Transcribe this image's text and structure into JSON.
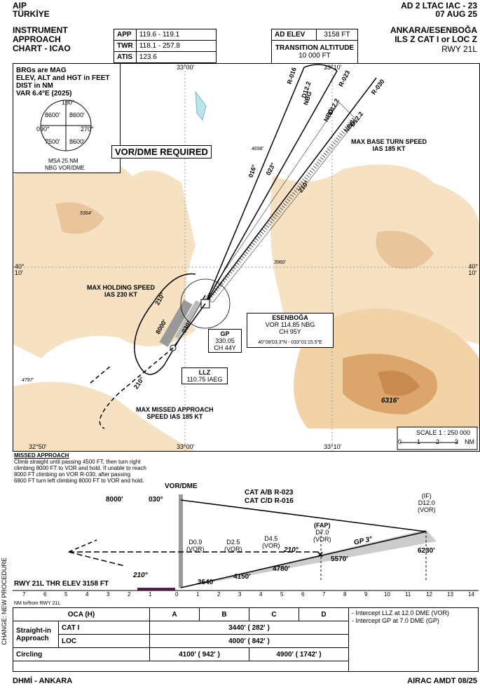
{
  "header": {
    "aip": "AIP",
    "country": "TÜRKİYE",
    "chart_id": "AD 2 LTAC IAC - 23",
    "date": "07 AUG 25",
    "chart_type_line1": "INSTRUMENT",
    "chart_type_line2": "APPROACH",
    "chart_type_line3": "CHART - ICAO",
    "airport_line1": "ANKARA/ESENBOĞA",
    "airport_line2": "ILS Z CAT I or LOC Z",
    "runway": "RWY 21L"
  },
  "frequencies": {
    "app_label": "APP",
    "app_value": "119.6 - 119.1",
    "twr_label": "TWR",
    "twr_value": "118.1 - 257.8",
    "atis_label": "ATIS",
    "atis_value": "123.6",
    "ad_elev_label": "AD ELEV",
    "ad_elev_value": "3158 FT",
    "trans_alt_label": "TRANSITION ALTITUDE",
    "trans_alt_value": "10 000 FT"
  },
  "plan": {
    "notes": [
      "BRGs are MAG",
      "ELEV, ALT and HGT in FEET",
      "DIST in NM",
      "VAR 6.4°E (2025)"
    ],
    "msa": {
      "n": "8600'",
      "ne": "8600'",
      "sw": "7500'",
      "se": "8600'",
      "top": "180°",
      "left": "090°",
      "right": "270°",
      "caption1": "MSA 25 NM",
      "caption2": "NBG VOR/DME"
    },
    "vor_dme_required": "VOR/DME REQUIRED",
    "coords": {
      "top1": "33°00'",
      "top2": "33°10'",
      "bottom1": "32°50'",
      "bottom2": "33°00'",
      "bottom3": "33°10'",
      "left": "40°\n10'",
      "right": "40°\n10'"
    },
    "radials": {
      "r016": "R-016",
      "r023": "R-023",
      "r030": "R-030",
      "d122a": "D12.2",
      "d122b": "D12.2",
      "d122c": "D12.2",
      "nbga": "NBG",
      "nbgb": "NBG",
      "nbgc": "NBG",
      "c016": "016°",
      "c023": "023°",
      "c210": "210°",
      "c210b": "210°",
      "c210c": "210°",
      "c030": "030°",
      "c8000": "8000'"
    },
    "max_base_turn": "MAX BASE TURN SPEED",
    "max_base_turn_val": "IAS 185 KT",
    "max_holding": "MAX HOLDING SPEED",
    "max_holding_val": "IAS 230 KT",
    "max_missed": "MAX MISSED APPROACH",
    "max_missed_val": "SPEED IAS 185 KT",
    "esenboga": {
      "name": "ESENBOĞA",
      "line1": "VOR 114.85 NBG",
      "line2": "CH 95Y",
      "line3": "40°08'03.3\"N - 033°01'15.5\"E"
    },
    "gp": {
      "name": "GP",
      "freq": "330.05",
      "ch": "CH 44Y"
    },
    "llz": {
      "name": "LLZ",
      "freq": "110.75 IAEG"
    },
    "spot": {
      "s1": "5364'",
      "s2": "4698'",
      "s3": "3960'",
      "s4": "6316'",
      "s5": "4797'"
    },
    "scale": {
      "label": "SCALE 1 : 250 000",
      "ticks": [
        "0",
        "1",
        "2",
        "3"
      ],
      "unit": "NM"
    }
  },
  "missed": {
    "title": "MISSED APPROACH",
    "text": [
      "Climb straight until passing 4500 FT, then turn right",
      "climbing 8000 FT to VOR and hold. If unable to reach",
      "8000 FT climbing on VOR R-030, after passing",
      "6800 FT turn left climbing 8000 FT to VOR and hold."
    ]
  },
  "profile": {
    "vor_dme": "VOR/DME",
    "alt8000": "8000'",
    "crs030": "030°",
    "cat_ab": "CAT A/B R-023",
    "cat_cd": "CAT C/D R-016",
    "if_label": "(IF)",
    "if_dist": "D12.0",
    "if_vor": "(VOR)",
    "if_alt": "6230'",
    "fap_label": "(FAP)",
    "fap_dist": "D7.0",
    "fap_vor": "(VOR)",
    "fap_alt": "5570'",
    "gp": "GP 3°",
    "d45": "D4.5",
    "d45vor": "(VOR)",
    "d45alt": "4780'",
    "d25": "D2.5",
    "d25vor": "(VOR)",
    "d25alt": "4150'",
    "d09": "D0.9",
    "d09vor": "(VOR)",
    "d09alt": "3640'",
    "crs210a": "210°",
    "crs210b": "210°",
    "thr": "RWY 21L THR ELEV 3158 FT",
    "nm_axis_label": "NM to/from RWY 21L",
    "axis": [
      "7",
      "6",
      "5",
      "4",
      "3",
      "2",
      "1",
      "0",
      "1",
      "2",
      "3",
      "4",
      "5",
      "6",
      "7",
      "8",
      "9",
      "10",
      "11",
      "12",
      "13",
      "14"
    ]
  },
  "minima": {
    "oca_label": "OCA (H)",
    "cats": [
      "A",
      "B",
      "C",
      "D"
    ],
    "straight_in": "Straight-in",
    "approach": "Approach",
    "cat1_label": "CAT I",
    "cat1_value": "3440' ( 282' )",
    "loc_label": "LOC",
    "loc_value": "4000' ( 842' )",
    "circling_label": "Circling",
    "circ_ab": "4100' ( 942' )",
    "circ_cd": "4900' ( 1742' )",
    "notes": [
      "- Intercept LLZ at 12.0 DME (VOR)",
      "- Intercept GP at 7.0 DME (GP)"
    ]
  },
  "footer": {
    "left": "DHMİ - ANKARA",
    "right": "AIRAC AMDT 08/25",
    "change": "CHANGE: NEW PROCEDURE"
  }
}
